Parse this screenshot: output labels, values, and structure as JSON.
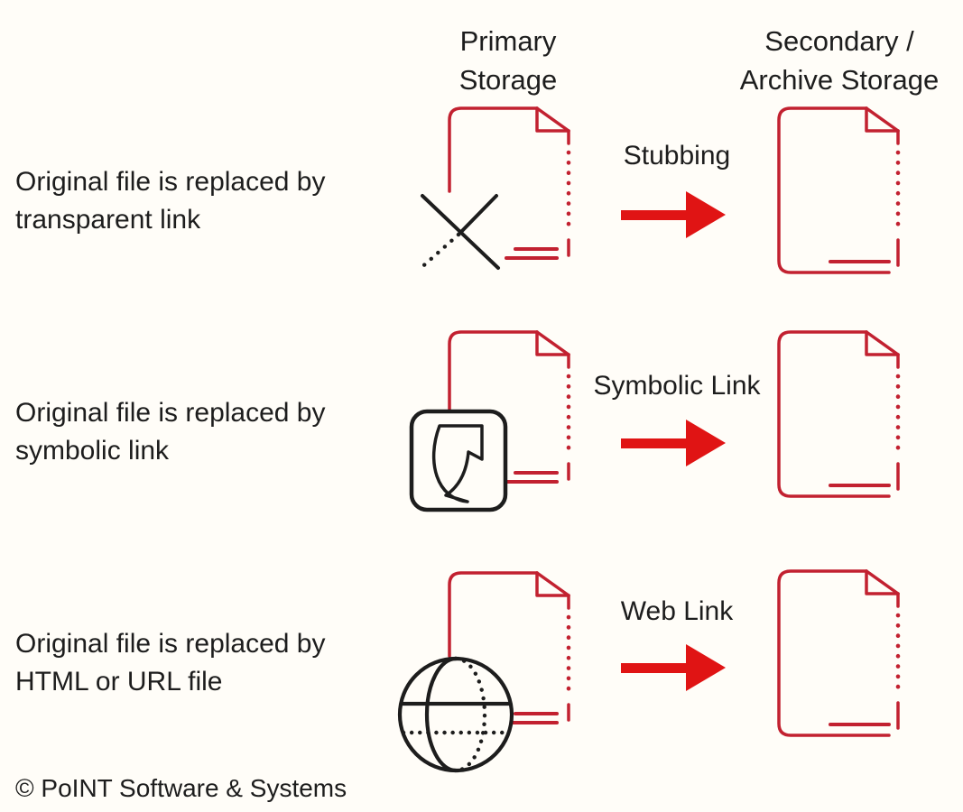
{
  "title": "File stubbing and archiving diagram",
  "colors": {
    "file_red": "#c22130",
    "arrow_red": "#e01414",
    "ink": "#1d1d1d",
    "background": "#fffdf8"
  },
  "headers": {
    "primary_line1": "Primary",
    "primary_line2": "Storage",
    "secondary_line1": "Secondary /",
    "secondary_line2": "Archive Storage"
  },
  "rows": [
    {
      "label_line1": "Original file is replaced by",
      "label_line2": "transparent link",
      "arrow_label": "Stubbing",
      "overlay_icon": "delete-x-icon"
    },
    {
      "label_line1": "Original file is replaced by",
      "label_line2": "symbolic link",
      "arrow_label": "Symbolic Link",
      "overlay_icon": "shortcut-arrow-icon"
    },
    {
      "label_line1": "Original file is replaced by",
      "label_line2": "HTML or URL file",
      "arrow_label": "Web Link",
      "overlay_icon": "globe-icon"
    }
  ],
  "footer": {
    "copyright": "© PoINT Software & Systems"
  }
}
